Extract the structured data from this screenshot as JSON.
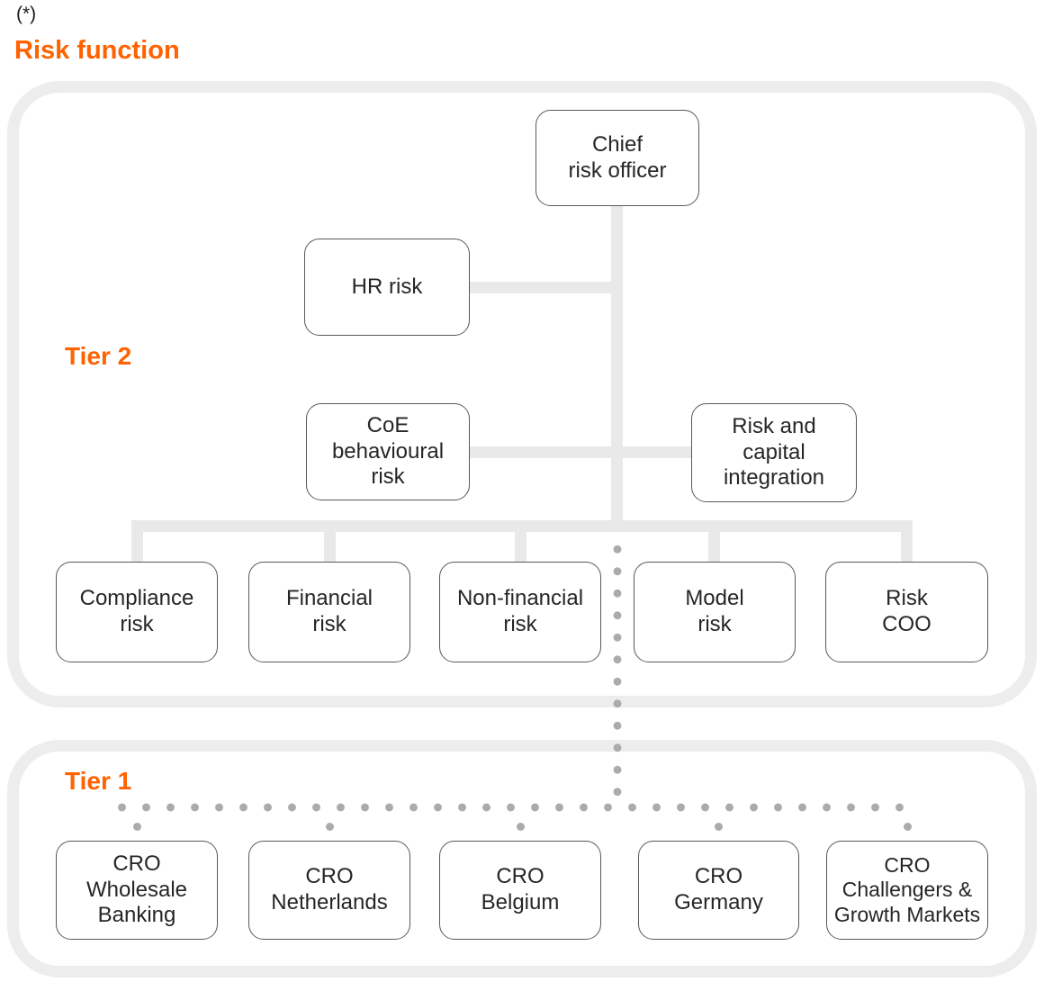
{
  "colors": {
    "accent": "#FF6200",
    "frame": "#EDEDED",
    "connector": "#E9E9E9",
    "dot": "#ABABAB",
    "box_border": "#595959",
    "text": "#262626"
  },
  "header": {
    "footnote_marker": "(*)",
    "title": "Risk function"
  },
  "tier2": {
    "label": "Tier 2",
    "chief_risk_officer": "Chief\nrisk officer",
    "hr_risk": "HR risk",
    "coe_behavioural_risk": "CoE\nbehavioural\nrisk",
    "risk_capital_integration": "Risk and\ncapital\nintegration",
    "row": [
      "Compliance\nrisk",
      "Financial\nrisk",
      "Non-financial\nrisk",
      "Model\nrisk",
      "Risk\nCOO"
    ]
  },
  "tier1": {
    "label": "Tier 1",
    "row": [
      "CRO\nWholesale\nBanking",
      "CRO\nNetherlands",
      "CRO\nBelgium",
      "CRO\nGermany",
      "CRO\nChallengers &\nGrowth Markets"
    ]
  }
}
